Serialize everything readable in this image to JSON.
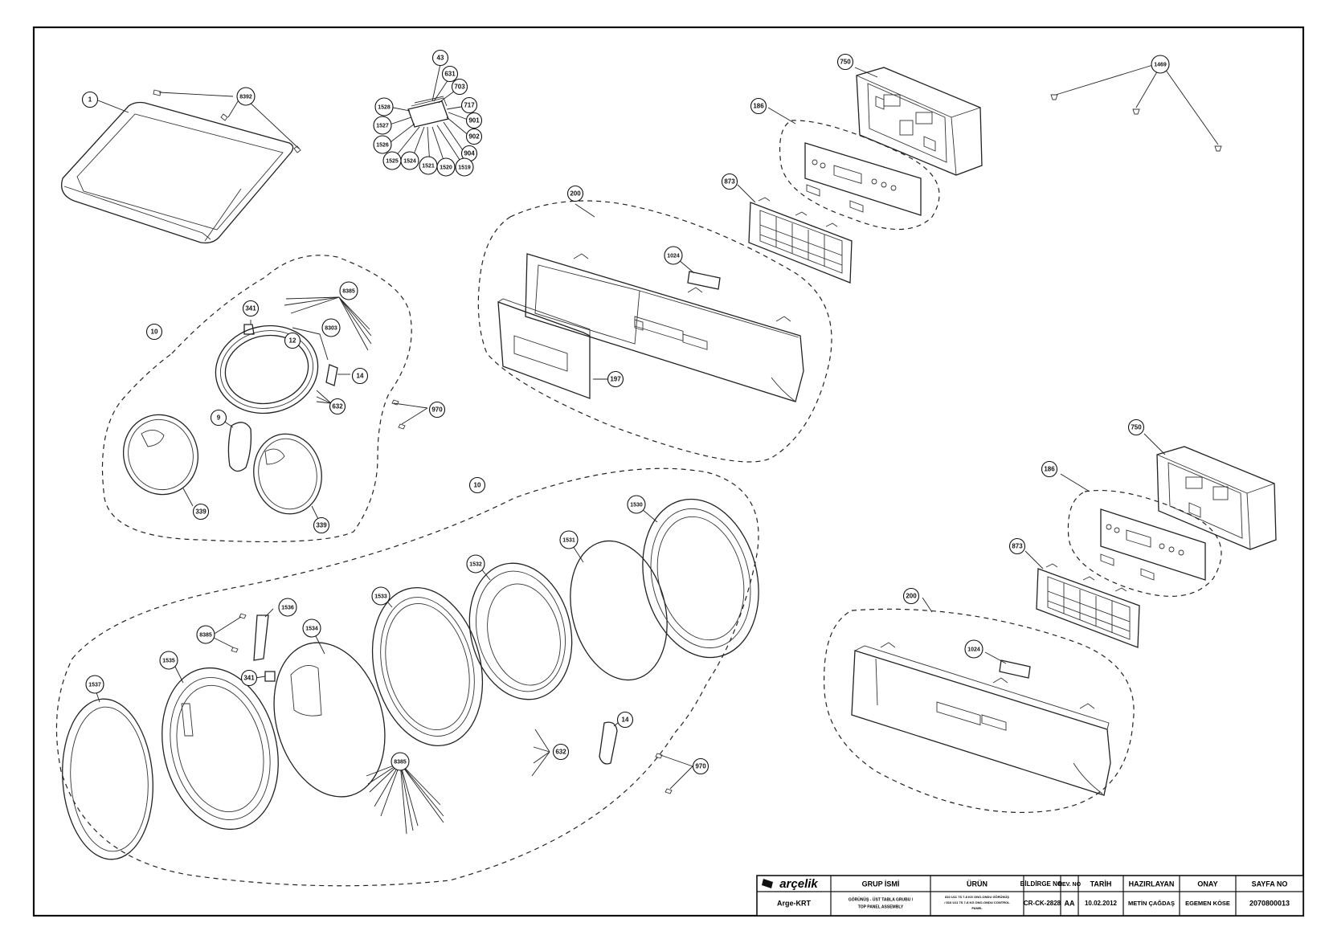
{
  "callouts": {
    "c1": "1",
    "c8392": "8392",
    "c43": "43",
    "c631": "631",
    "c703": "703",
    "c717": "717",
    "c901": "901",
    "c902": "902",
    "c904": "904",
    "c1519": "1519",
    "c1520": "1520",
    "c1521": "1521",
    "c1524": "1524",
    "c1525": "1525",
    "c1526": "1526",
    "c1527": "1527",
    "c1528": "1528",
    "c750a": "750",
    "c186a": "186",
    "c873a": "873",
    "c200a": "200",
    "c1024a": "1024",
    "c197": "197",
    "c1469": "1469",
    "c10a": "10",
    "c341a": "341",
    "c8385a": "8385",
    "c8303": "8303",
    "c12": "12",
    "c14a": "14",
    "c632a": "632",
    "c9": "9",
    "c339a": "339",
    "c339b": "339",
    "c970a": "970",
    "c10b": "10",
    "c1530": "1530",
    "c1531": "1531",
    "c1532": "1532",
    "c1533": "1533",
    "c1534": "1534",
    "c1535": "1535",
    "c1536": "1536",
    "c1537": "1537",
    "c8385b": "8385",
    "c341b": "341",
    "c8385c": "8385",
    "c632b": "632",
    "c14b": "14",
    "c970b": "970",
    "c750b": "750",
    "c186b": "186",
    "c873b": "873",
    "c200b": "200",
    "c1024b": "1024"
  },
  "title_block": {
    "logo": "arçelik",
    "headers": {
      "group": "GRUP İSMİ",
      "product": "ÜRÜN",
      "notice": "BİLDİRGE NO.",
      "rev": "REV. NO",
      "date": "TARİH",
      "prepared": "HAZIRLAYAN",
      "approved": "ONAY",
      "page": "SAYFA NO"
    },
    "values": {
      "dept": "Arge-KRT",
      "group_l1": "GÖRÜNÜŞ - ÜST TABLA GRUBU /",
      "group_l2": "TOP PANEL ASSEMBLY",
      "product_l1": "810 U11 7S 7-8 KG ONO-ONDU GÖRÜNÜŞ",
      "product_l2": "/ 810 U11 7S 7-8 KG ONO-ONDU CONTROL",
      "product_l3": "PANEL",
      "notice": "CR-CK-2828",
      "rev": "AA",
      "date": "10.02.2012",
      "prepared": "METİN ÇAĞDAŞ",
      "approved": "EGEMEN KÖSE",
      "page": "2070800013"
    }
  }
}
